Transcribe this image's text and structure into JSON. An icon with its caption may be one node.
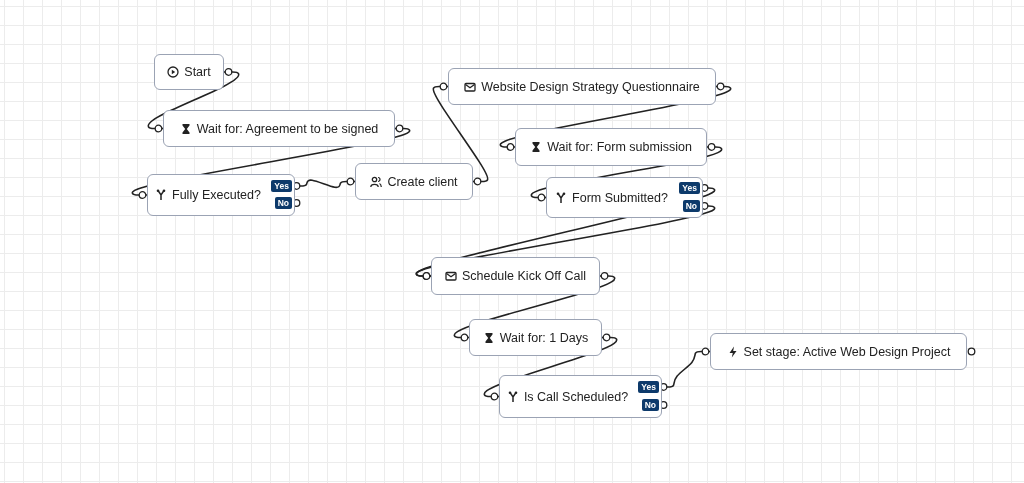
{
  "diagram": {
    "nodes": [
      {
        "text": [
          "Start"
        ]
      },
      {
        "text": [
          "Wait for: Agreement to be signed"
        ]
      },
      {
        "text": [
          "Fully Executed?"
        ]
      },
      {
        "text": [
          "Yes"
        ],
        "in": 2
      },
      {
        "text": [
          "No"
        ],
        "in": 2
      },
      {
        "text": [
          "Create client"
        ]
      },
      {
        "text": [
          "Website Design Strategy Questionnaire"
        ]
      },
      {
        "text": [
          "Wait for: Form submission"
        ]
      },
      {
        "text": [
          "Form Submitted?"
        ]
      },
      {
        "text": [
          "Yes"
        ],
        "in": 8
      },
      {
        "text": [
          "No"
        ],
        "in": 8
      },
      {
        "text": [
          "Schedule Kick Off Call"
        ]
      },
      {
        "text": [
          "Wait for: 1 Days"
        ]
      },
      {
        "text": [
          "Is Call Scheduled?"
        ]
      },
      {
        "text": [
          "Yes"
        ],
        "in": 13
      },
      {
        "text": [
          "No"
        ],
        "in": 13
      },
      {
        "text": [
          "Set stage: Active Web Design Project"
        ]
      }
    ],
    "edges": [
      {
        "from": 0,
        "to": 1,
        "arrow": "other"
      },
      {
        "from": 1,
        "to": 2,
        "arrow": "other"
      },
      {
        "from": 3,
        "to": 5,
        "arrow": "other"
      },
      {
        "from": 5,
        "to": 6,
        "arrow": "other"
      },
      {
        "from": 6,
        "to": 7,
        "arrow": "other"
      },
      {
        "from": 7,
        "to": 8,
        "arrow": "other"
      },
      {
        "from": 9,
        "to": 11,
        "arrow": "other"
      },
      {
        "from": 10,
        "to": 11,
        "arrow": "other"
      },
      {
        "from": 11,
        "to": 12,
        "arrow": "other"
      },
      {
        "from": 12,
        "to": 13,
        "arrow": "other"
      },
      {
        "from": 14,
        "to": 16,
        "arrow": "other"
      }
    ]
  }
}
